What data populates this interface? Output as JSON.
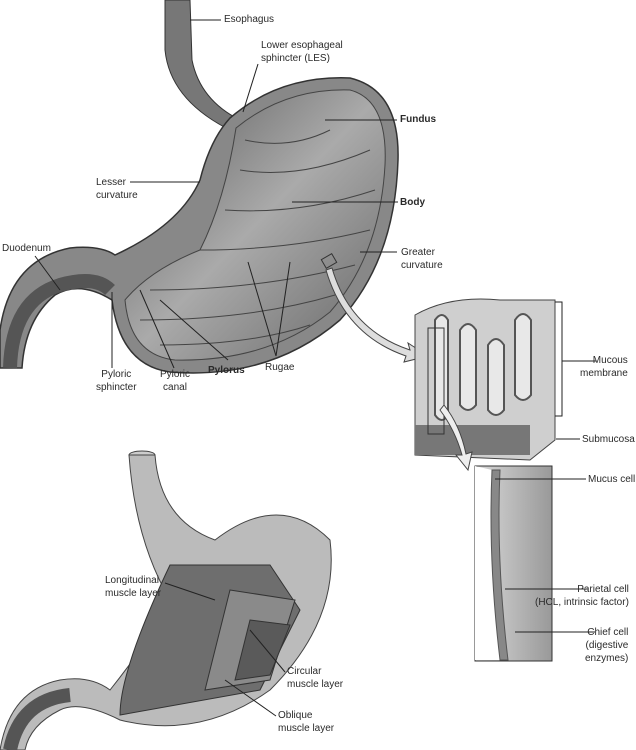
{
  "labels": {
    "esophagus": "Esophagus",
    "les_1": "Lower esophageal",
    "les_2": "sphincter (LES)",
    "fundus": "Fundus",
    "lesser_1": "Lesser",
    "lesser_2": "curvature",
    "body": "Body",
    "duodenum": "Duodenum",
    "greater_1": "Greater",
    "greater_2": "curvature",
    "pyl_sph_1": "Pyloric",
    "pyl_sph_2": "sphincter",
    "pyl_can_1": "Pyloric",
    "pyl_can_2": "canal",
    "pylorus": "Pylorus",
    "rugae": "Rugae",
    "mucous_1": "Mucous",
    "mucous_2": "membrane",
    "submucosa": "Submucosa",
    "mucus_cell": "Mucus cell",
    "parietal_1": "Parietal cell",
    "parietal_2": "(HCL, intrinsic factor)",
    "chief_1": "Chief cell",
    "chief_2": "(digestive",
    "chief_3": "enzymes)",
    "long_1": "Longitudinal",
    "long_2": "muscle layer",
    "circ_1": "Circular",
    "circ_2": "muscle layer",
    "obl_1": "Oblique",
    "obl_2": "muscle layer"
  }
}
